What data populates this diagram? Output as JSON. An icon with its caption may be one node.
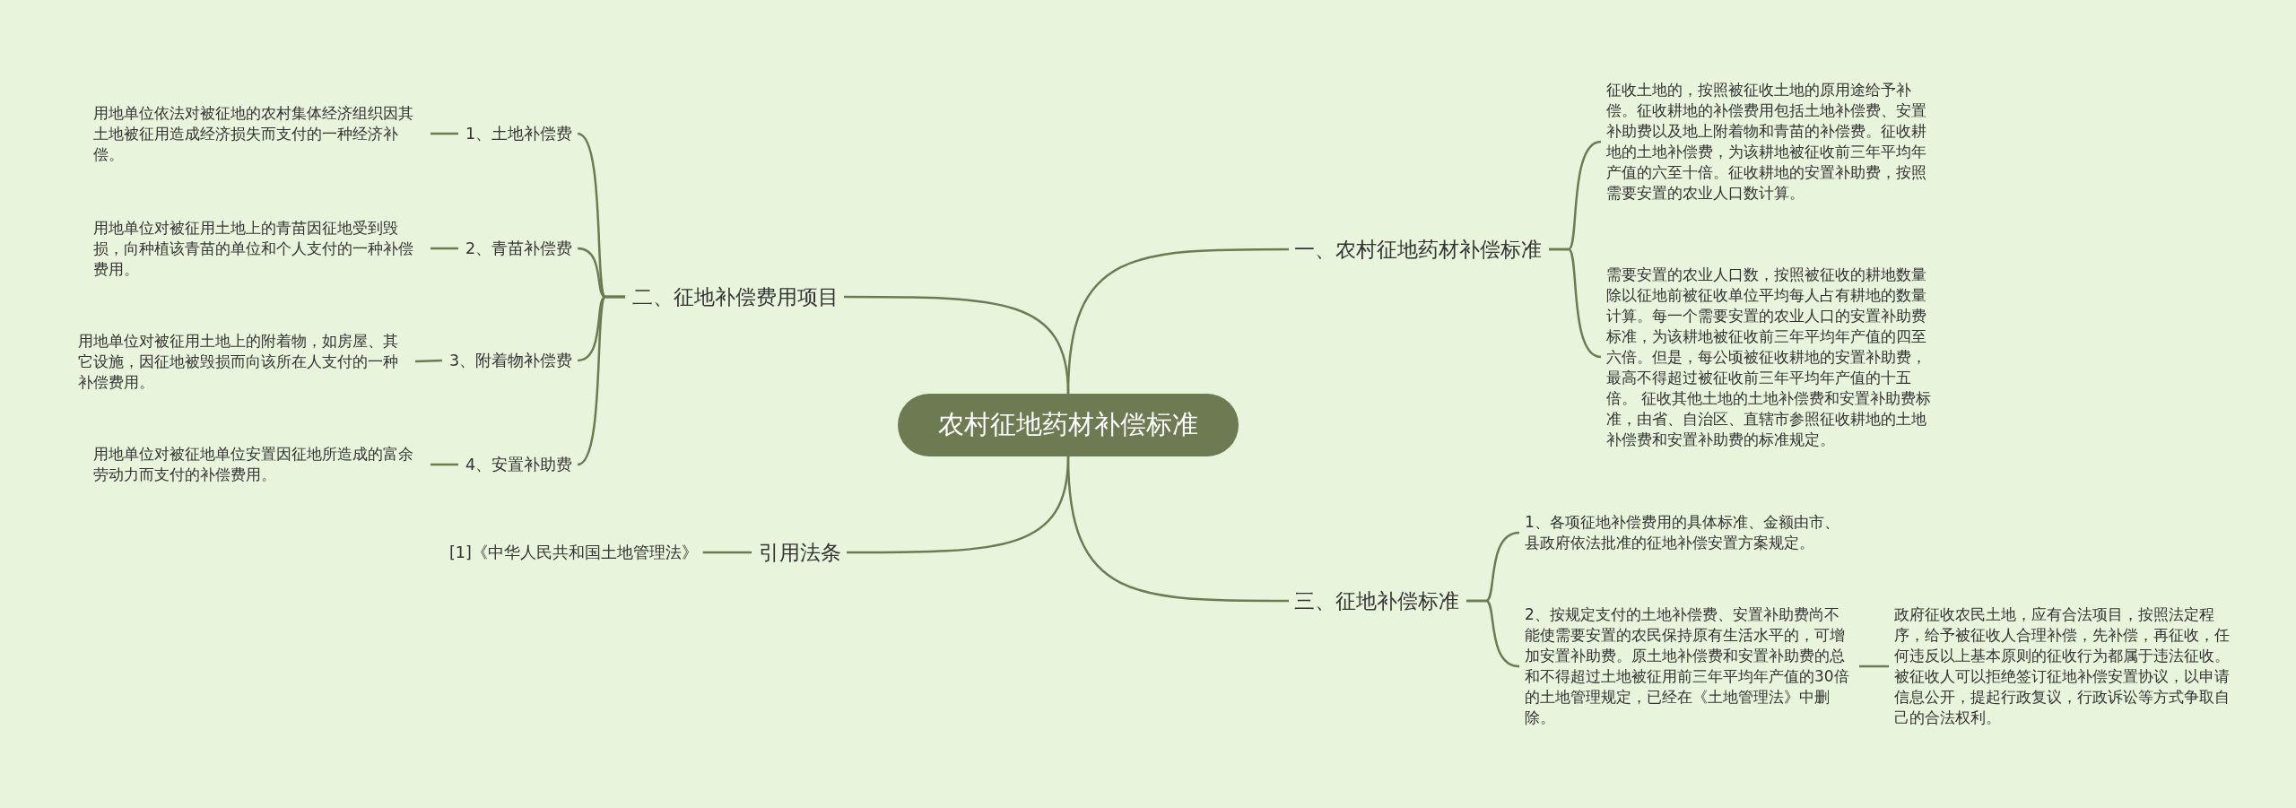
{
  "diagram": {
    "nodes": [
      {
        "text": [
          "农村征地药材补偿标准"
        ]
      },
      {
        "text": [
          "一、农村征地药材补偿标准"
        ]
      },
      {
        "text": [
          "征收土地的，按照被征收土地的原用途给予补偿。征收耕地的补偿费用包括土地补偿费、安置补助费以及地上附着物和青苗的补偿费。征收耕地的土地补偿费，为该耕地被征收前三年平均年产值的六至十倍。征收耕地的安置补助费，按照需要安置的农业人口数计算。"
        ]
      },
      {
        "text": [
          "需要安置的农业人口数，按照被征收的耕地数量除以征地前被征收单位平均每人占有耕地的数量计算。每一个需要安置的农业人口的安置补助费标准，为该耕地被征收前三年平均年产值的四至六倍。但是，每公顷被征收耕地的安置补助费，最高不得超过被征收前三年平均年产值的十五倍。 征收其他土地的土地补偿费和安置补助费标准，由省、自治区、直辖市参照征收耕地的土地补偿费和安置补助费的标准规定。"
        ]
      },
      {
        "text": [
          "二、征地补偿费用项目"
        ]
      },
      {
        "text": [
          "1、土地补偿费"
        ]
      },
      {
        "text": [
          "用地单位依法对被征地的农村集体经济组织因其土地被征用造成经济损失而支付的一种经济补偿。"
        ]
      },
      {
        "text": [
          "2、青苗补偿费"
        ]
      },
      {
        "text": [
          "用地单位对被征用土地上的青苗因征地受到毁损，向种植该青苗的单位和个人支付的一种补偿费用。"
        ]
      },
      {
        "text": [
          "3、附着物补偿费"
        ]
      },
      {
        "text": [
          "用地单位对被征用土地上的附着物，如房屋、其它设施，因征地被毁损而向该所在人支付的一种补偿费用。"
        ]
      },
      {
        "text": [
          "4、安置补助费"
        ]
      },
      {
        "text": [
          "用地单位对被征地单位安置因征地所造成的富余劳动力而支付的补偿费用。"
        ]
      },
      {
        "text": [
          "引用法条"
        ]
      },
      {
        "text": [
          "[1]《中华人民共和国土地管理法》"
        ]
      },
      {
        "text": [
          "三、征地补偿标准"
        ]
      },
      {
        "text": [
          "1、各项征地补偿费用的具体标准、金额由市、县政府依法批准的征地补偿安置方案规定。"
        ]
      },
      {
        "text": [
          "2、按规定支付的土地补偿费、安置补助费尚不能使需要安置的农民保持原有生活水平的，可增加安置补助费。原土地补偿费和安置补助费的总和不得超过土地被征用前三年平均年产值的30倍的土地管理规定，已经在《土地管理法》中删除。"
        ]
      },
      {
        "text": [
          "政府征收农民土地，应有合法项目，按照法定程序，给予被征收人合理补偿，先补偿，再征收，任何违反以上基本原则的征收行为都属于违法征收。被征收人可以拒绝签订征地补偿安置协议，以申请信息公开，提起行政复议，行政诉讼等方式争取自己的合法权利。"
        ]
      }
    ],
    "edges": [
      {
        "from": 0,
        "to": 1,
        "arrow": "none"
      },
      {
        "from": 1,
        "to": 2,
        "arrow": "none"
      },
      {
        "from": 1,
        "to": 3,
        "arrow": "none"
      },
      {
        "from": 0,
        "to": 4,
        "arrow": "none"
      },
      {
        "from": 4,
        "to": 5,
        "arrow": "none"
      },
      {
        "from": 5,
        "to": 6,
        "arrow": "none"
      },
      {
        "from": 4,
        "to": 7,
        "arrow": "none"
      },
      {
        "from": 7,
        "to": 8,
        "arrow": "none"
      },
      {
        "from": 4,
        "to": 9,
        "arrow": "none"
      },
      {
        "from": 9,
        "to": 10,
        "arrow": "none"
      },
      {
        "from": 4,
        "to": 11,
        "arrow": "none"
      },
      {
        "from": 11,
        "to": 12,
        "arrow": "none"
      },
      {
        "from": 0,
        "to": 13,
        "arrow": "none"
      },
      {
        "from": 13,
        "to": 14,
        "arrow": "none"
      },
      {
        "from": 0,
        "to": 15,
        "arrow": "none"
      },
      {
        "from": 15,
        "to": 16,
        "arrow": "none"
      },
      {
        "from": 15,
        "to": 17,
        "arrow": "none"
      },
      {
        "from": 17,
        "to": 18,
        "arrow": "none"
      }
    ]
  }
}
